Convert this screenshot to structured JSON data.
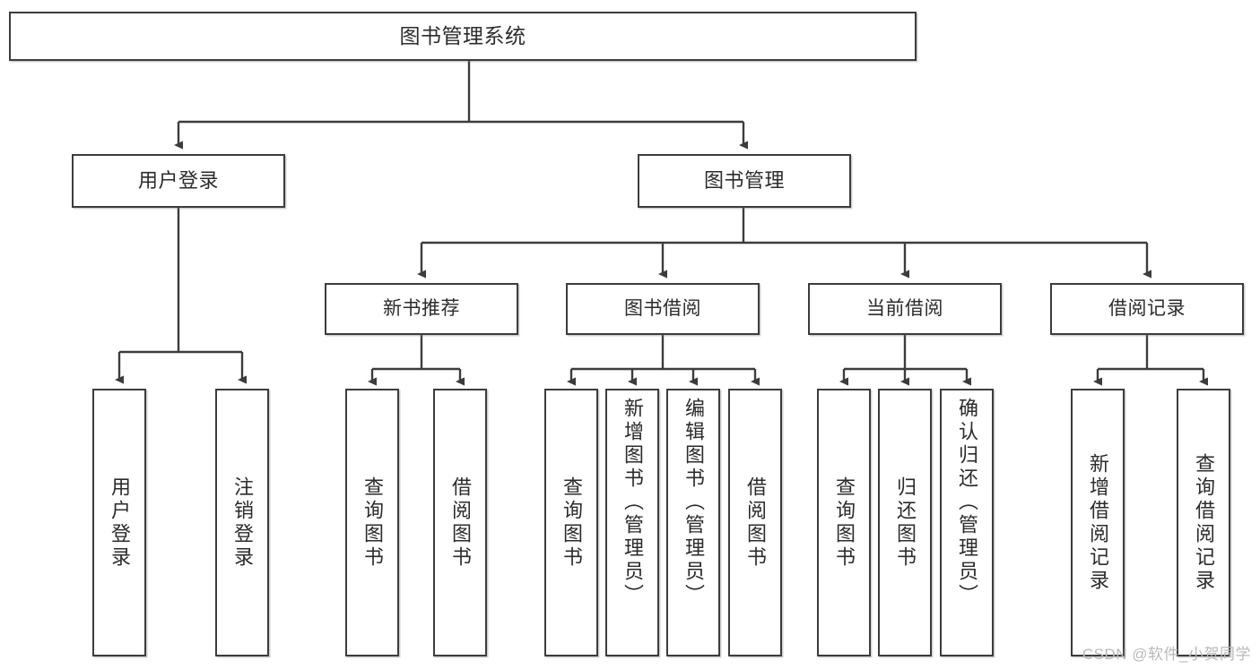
{
  "diagram": {
    "type": "tree",
    "title": "图书管理系统",
    "watermark": "CSDN @软件_小贺同学",
    "colors": {
      "stroke": "#3c3c3c",
      "fill": "#ffffff",
      "text": "#2b2b2b",
      "watermark": "#b9b9b9"
    },
    "root": {
      "id": "root",
      "label": "图书管理系统"
    },
    "level1": [
      {
        "id": "user-login",
        "label": "用户登录"
      },
      {
        "id": "book-manage",
        "label": "图书管理"
      }
    ],
    "level2": [
      {
        "id": "new-book-recommend",
        "label": "新书推荐",
        "parent": "book-manage"
      },
      {
        "id": "book-borrow",
        "label": "图书借阅",
        "parent": "book-manage"
      },
      {
        "id": "current-borrow",
        "label": "当前借阅",
        "parent": "book-manage"
      },
      {
        "id": "borrow-record",
        "label": "借阅记录",
        "parent": "book-manage"
      }
    ],
    "leaves": [
      {
        "id": "leaf-user-login",
        "label": "用户登录",
        "parent": "user-login"
      },
      {
        "id": "leaf-user-logout",
        "label": "注销登录",
        "parent": "user-login"
      },
      {
        "id": "leaf-query-book-1",
        "label": "查询图书",
        "parent": "new-book-recommend"
      },
      {
        "id": "leaf-borrow-book-1",
        "label": "借阅图书",
        "parent": "new-book-recommend"
      },
      {
        "id": "leaf-query-book-2",
        "label": "查询图书",
        "parent": "book-borrow"
      },
      {
        "id": "leaf-add-book",
        "label": "新增图书（管理员）",
        "parent": "book-borrow"
      },
      {
        "id": "leaf-edit-book",
        "label": "编辑图书（管理员）",
        "parent": "book-borrow"
      },
      {
        "id": "leaf-borrow-book-2",
        "label": "借阅图书",
        "parent": "book-borrow"
      },
      {
        "id": "leaf-query-book-3",
        "label": "查询图书",
        "parent": "current-borrow"
      },
      {
        "id": "leaf-return-book",
        "label": "归还图书",
        "parent": "current-borrow"
      },
      {
        "id": "leaf-confirm-return",
        "label": "确认归还（管理员）",
        "parent": "current-borrow"
      },
      {
        "id": "leaf-add-record",
        "label": "新增借阅记录",
        "parent": "borrow-record"
      },
      {
        "id": "leaf-query-record",
        "label": "查询借阅记录",
        "parent": "borrow-record"
      }
    ]
  }
}
